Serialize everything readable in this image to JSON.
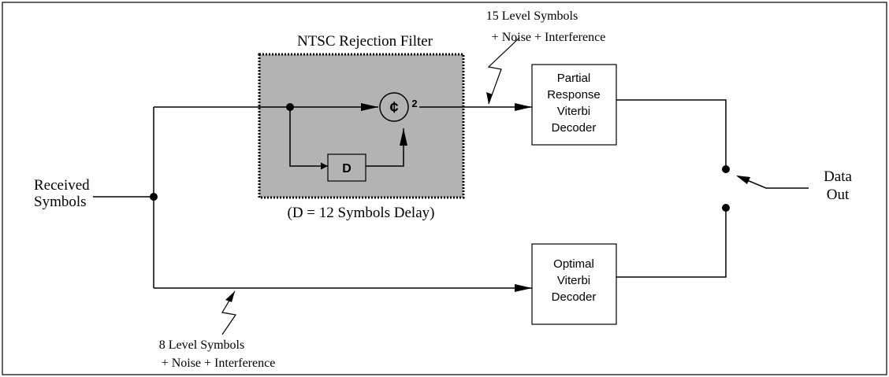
{
  "filter": {
    "title": "NTSC Rejection Filter",
    "delay_block": "D",
    "combiner_symbol": "¢",
    "combiner_superscript": "2",
    "caption": "(D = 12 Symbols Delay)"
  },
  "input": {
    "line1": "Received",
    "line2": "Symbols"
  },
  "output": {
    "line1": "Data",
    "line2": "Out"
  },
  "top_path_label": {
    "line1": "15 Level Symbols",
    "line2": "+ Noise + Interference"
  },
  "bottom_path_label": {
    "line1": "8 Level Symbols",
    "line2": "+ Noise + Interference"
  },
  "partial_decoder": {
    "lines": [
      "Partial",
      "Response",
      "Viterbi",
      "Decoder"
    ]
  },
  "optimal_decoder": {
    "lines": [
      "Optimal",
      "Viterbi",
      "Decoder"
    ]
  },
  "colors": {
    "filter_fill": "#b3b3b3",
    "line": "#000000",
    "background": "#ffffff"
  }
}
